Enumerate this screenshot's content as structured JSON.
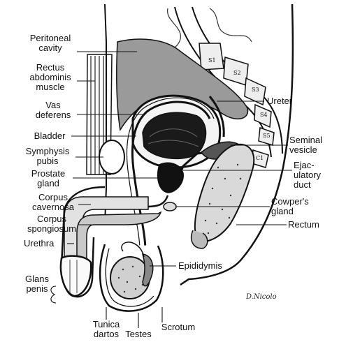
{
  "labels": {
    "peritoneal_cavity": "Peritoneal\ncavity",
    "rectus_abdominis": "Rectus\nabdominis\nmuscle",
    "vas_deferens": "Vas\ndeferens",
    "bladder": "Bladder",
    "symphysis_pubis": "Symphysis\npubis",
    "prostate_gland": "Prostate\ngland",
    "corpus_cavernosa": "Corpus\ncavernosa",
    "corpus_spongiosum": "Corpus\nspongiosum",
    "urethra": "Urethra",
    "glans_penis": "Glans\npenis",
    "tunica_dartos": "Tunica\ndartos",
    "testes": "Testes",
    "scrotum": "Scrotum",
    "epididymis": "Epididymis",
    "ureter": "Ureter",
    "seminal_vesicle": "Seminal\nvesicle",
    "ejaculatory_duct": "Ejac-\nulatory\nduct",
    "cowpers_gland": "Cowper's\ngland",
    "rectum": "Rectum"
  },
  "vertebrae": {
    "s1": "S1",
    "s2": "S2",
    "s3": "S3",
    "s4": "S4",
    "s5": "S5",
    "c1": "C1"
  },
  "signature": "D.Nicolo"
}
